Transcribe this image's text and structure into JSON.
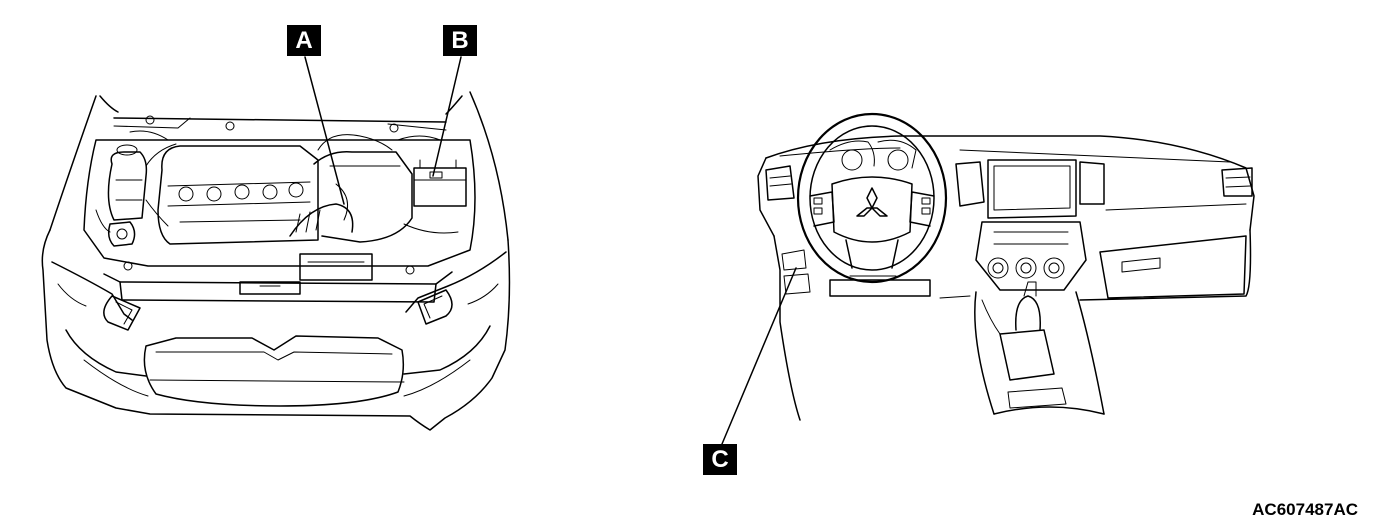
{
  "callouts": {
    "a": "A",
    "b": "B",
    "c": "C"
  },
  "figure_id": "AC607487AC",
  "illustrations": {
    "left": "engine-compartment-icon",
    "right": "dashboard-interior-icon"
  },
  "colors": {
    "ink": "#000000",
    "paper": "#ffffff"
  }
}
